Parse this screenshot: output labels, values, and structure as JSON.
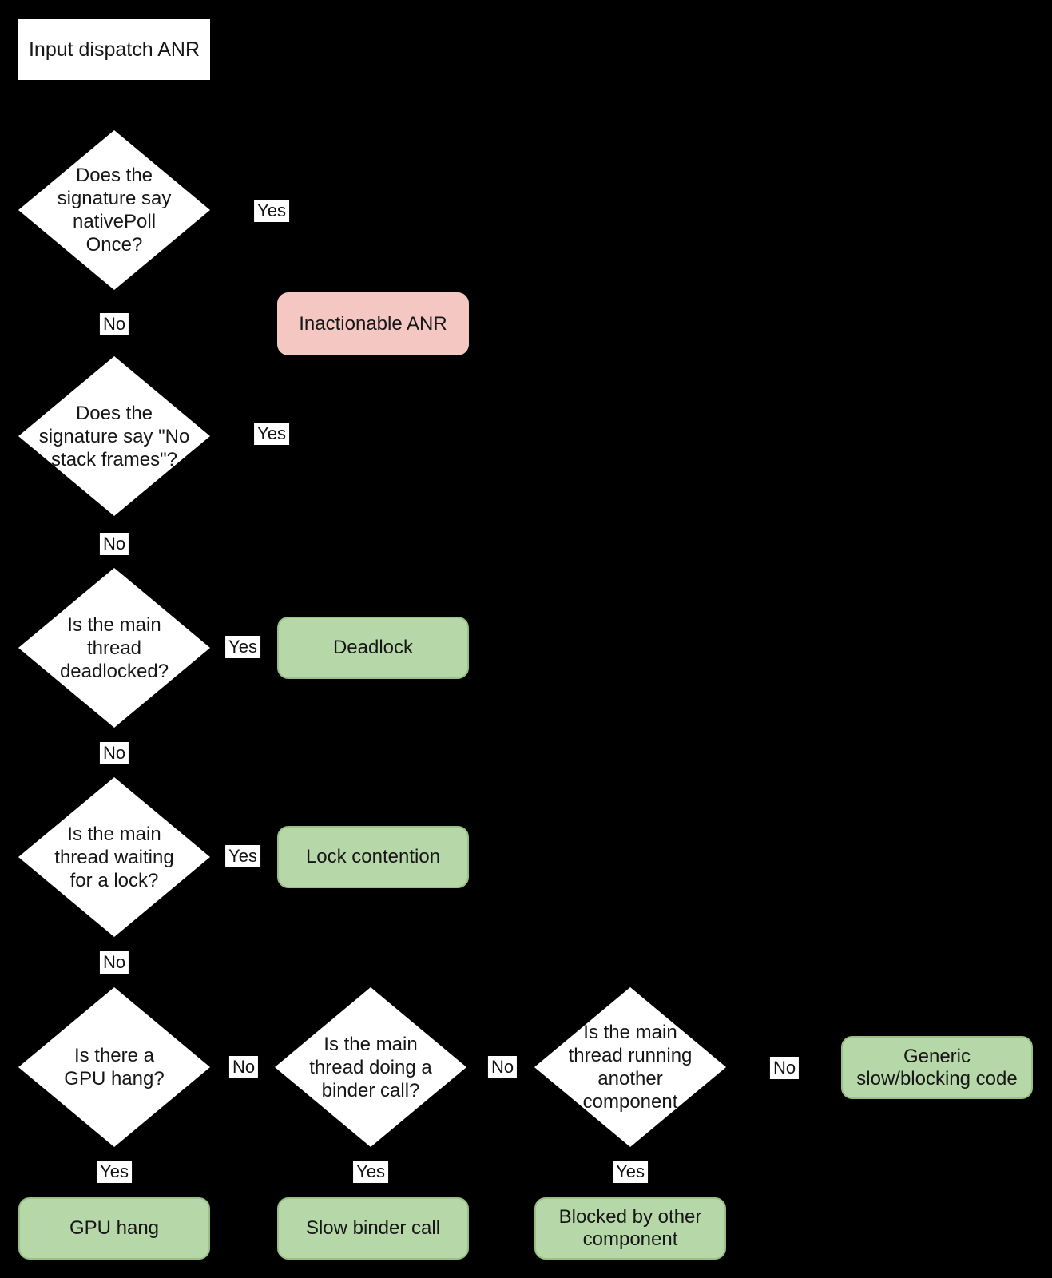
{
  "title": "Input dispatch ANR triage flowchart",
  "colors": {
    "background": "#000000",
    "node_fill": "#ffffff",
    "result_positive_fill": "#b6d7a8",
    "result_positive_border": "#9cbf88",
    "result_negative_fill": "#f5c7c3",
    "text": "#161616"
  },
  "labels": {
    "yes": "Yes",
    "no": "No"
  },
  "nodes": {
    "start": {
      "text": "Input dispatch ANR"
    },
    "d1": {
      "text": "Does the\nsignature say\nnativePoll\nOnce?"
    },
    "d2": {
      "text": "Does the\nsignature say \"No\nstack frames\"?"
    },
    "d3": {
      "text": "Is the main\nthread\ndeadlocked?"
    },
    "d4": {
      "text": "Is the main\nthread waiting\nfor a lock?"
    },
    "d5": {
      "text": "Is there a\nGPU hang?"
    },
    "d6": {
      "text": "Is the main\nthread doing a\nbinder call?"
    },
    "d7": {
      "text": "Is the main\nthread running\nanother\ncomponent"
    },
    "inactionable": {
      "text": "Inactionable ANR"
    },
    "deadlock": {
      "text": "Deadlock"
    },
    "lock_contention": {
      "text": "Lock contention"
    },
    "generic": {
      "text": "Generic\nslow/blocking code"
    },
    "gpu_hang": {
      "text": "GPU hang"
    },
    "slow_binder": {
      "text": "Slow binder call"
    },
    "blocked_other": {
      "text": "Blocked by other\ncomponent"
    }
  },
  "edges": [
    {
      "from": "d1",
      "label": "Yes",
      "to": "inactionable"
    },
    {
      "from": "d1",
      "label": "No",
      "to": "d2"
    },
    {
      "from": "d2",
      "label": "Yes",
      "to": "inactionable"
    },
    {
      "from": "d2",
      "label": "No",
      "to": "d3"
    },
    {
      "from": "d3",
      "label": "Yes",
      "to": "deadlock"
    },
    {
      "from": "d3",
      "label": "No",
      "to": "d4"
    },
    {
      "from": "d4",
      "label": "Yes",
      "to": "lock_contention"
    },
    {
      "from": "d4",
      "label": "No",
      "to": "d5"
    },
    {
      "from": "d5",
      "label": "No",
      "to": "d6"
    },
    {
      "from": "d5",
      "label": "Yes",
      "to": "gpu_hang"
    },
    {
      "from": "d6",
      "label": "No",
      "to": "d7"
    },
    {
      "from": "d6",
      "label": "Yes",
      "to": "slow_binder"
    },
    {
      "from": "d7",
      "label": "No",
      "to": "generic"
    },
    {
      "from": "d7",
      "label": "Yes",
      "to": "blocked_other"
    }
  ]
}
